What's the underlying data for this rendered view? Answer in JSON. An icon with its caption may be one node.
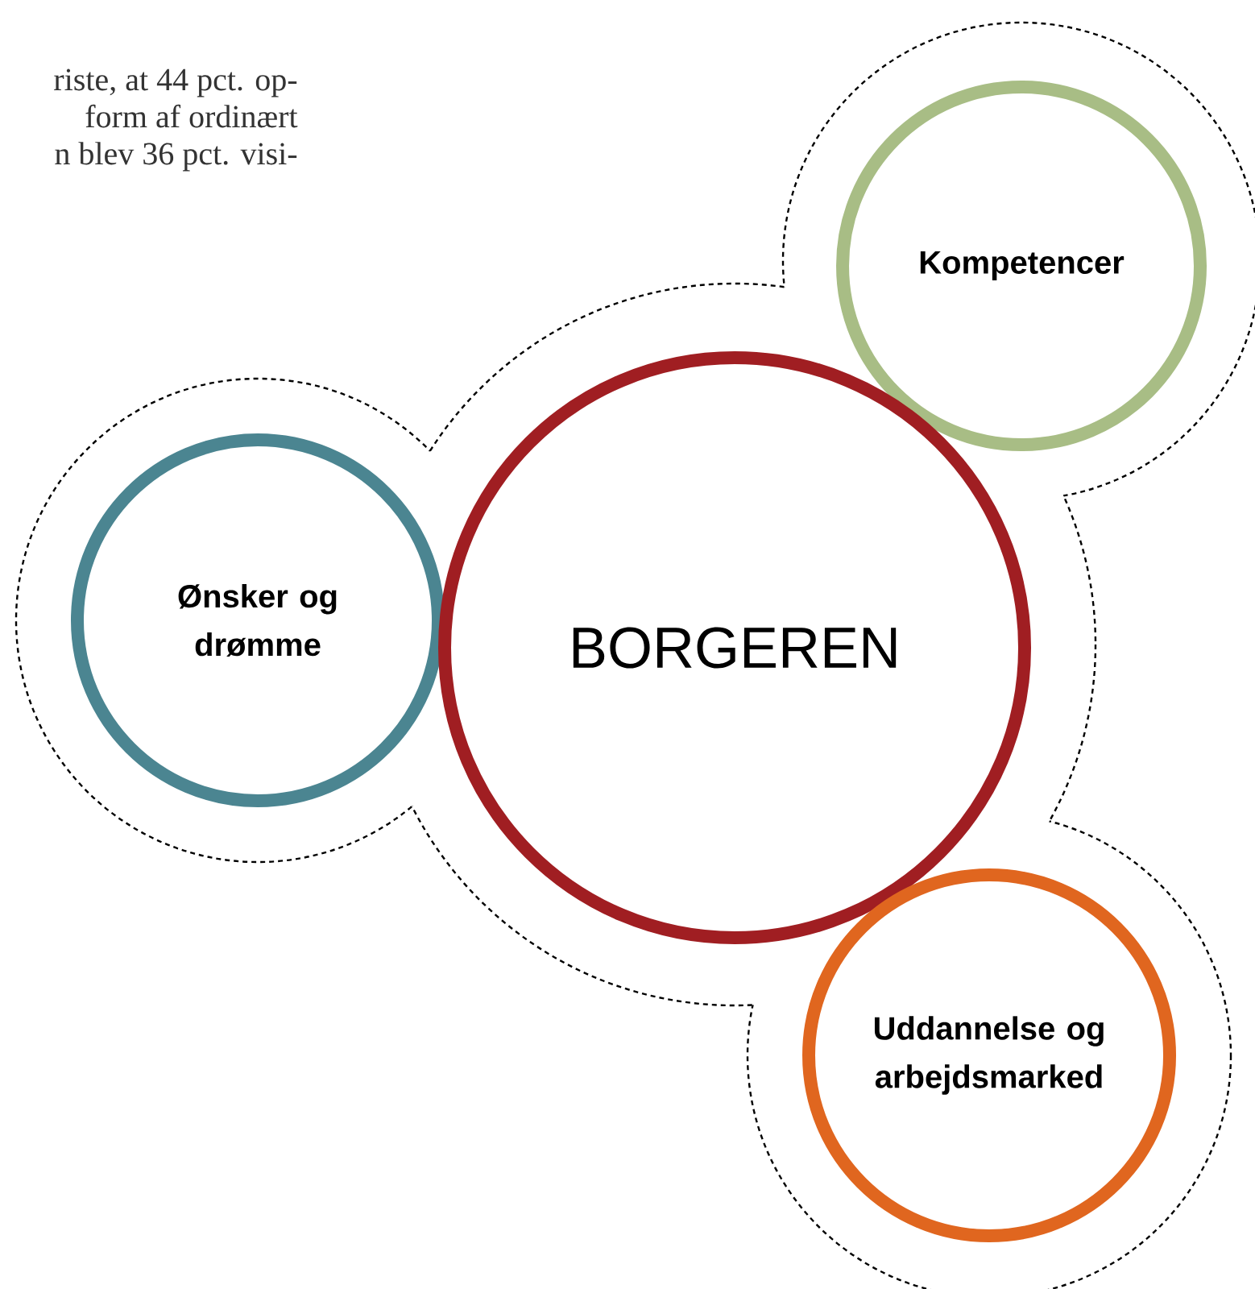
{
  "diagram": {
    "nodes": [
      {
        "text": [
          "Kompetencer"
        ]
      },
      {
        "text": [
          "Ønsker og drømme"
        ]
      },
      {
        "text": [
          "BORGEREN"
        ]
      },
      {
        "text": [
          "Uddannelse og arbejdsmarked"
        ]
      }
    ],
    "labels": [
      "riste, at 44 pct. op-",
      "form af ordinært",
      "n blev 36 pct. visi-"
    ]
  }
}
